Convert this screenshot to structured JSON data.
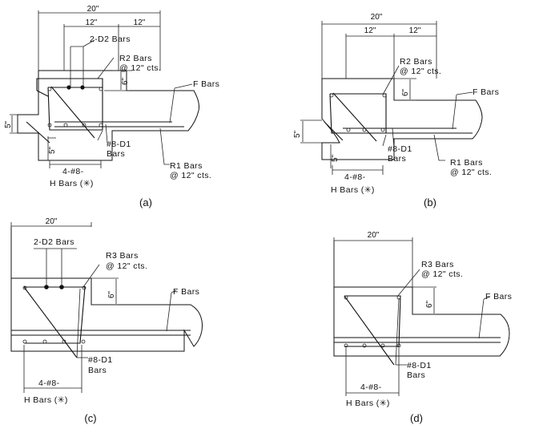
{
  "diagrams": {
    "a": {
      "caption": "(a)",
      "dims": {
        "overall": "20\"",
        "left": "12\"",
        "right": "12\"",
        "depth": "6\"",
        "height": "5\"",
        "small": "5\""
      },
      "labels": {
        "d2": "2-D2 Bars",
        "r2_1": "R2 Bars",
        "r2_2": "@ 12\" cts.",
        "f": "F Bars",
        "d1_1": "#8-D1",
        "d1_2": "Bars",
        "r1_1": "R1 Bars",
        "r1_2": "@ 12\" cts.",
        "h4": "4-#8-",
        "h": "H Bars (✳)"
      }
    },
    "b": {
      "caption": "(b)",
      "dims": {
        "overall": "20\"",
        "left": "12\"",
        "right": "12\"",
        "depth": "6\"",
        "height": "5\"",
        "small": "5\""
      },
      "labels": {
        "r2_1": "R2 Bars",
        "r2_2": "@ 12\" cts.",
        "f": "F Bars",
        "d1_1": "#8-D1",
        "d1_2": "Bars",
        "r1_1": "R1 Bars",
        "r1_2": "@ 12\" cts.",
        "h4": "4-#8-",
        "h": "H Bars (✳)"
      }
    },
    "c": {
      "caption": "(c)",
      "dims": {
        "overall": "20\"",
        "depth": "6\""
      },
      "labels": {
        "d2": "2-D2 Bars",
        "r3_1": "R3 Bars",
        "r3_2": "@ 12\" cts.",
        "f": "F Bars",
        "d1_1": "#8-D1",
        "d1_2": "Bars",
        "h4": "4-#8-",
        "h": "H Bars (✳)"
      }
    },
    "d": {
      "caption": "(d)",
      "dims": {
        "overall": "20\"",
        "depth": "6\""
      },
      "labels": {
        "r3_1": "R3 Bars",
        "r3_2": "@ 12\" cts.",
        "f": "F Bars",
        "d1_1": "#8-D1",
        "d1_2": "Bars",
        "h4": "4-#8-",
        "h": "H Bars (✳)"
      }
    }
  }
}
